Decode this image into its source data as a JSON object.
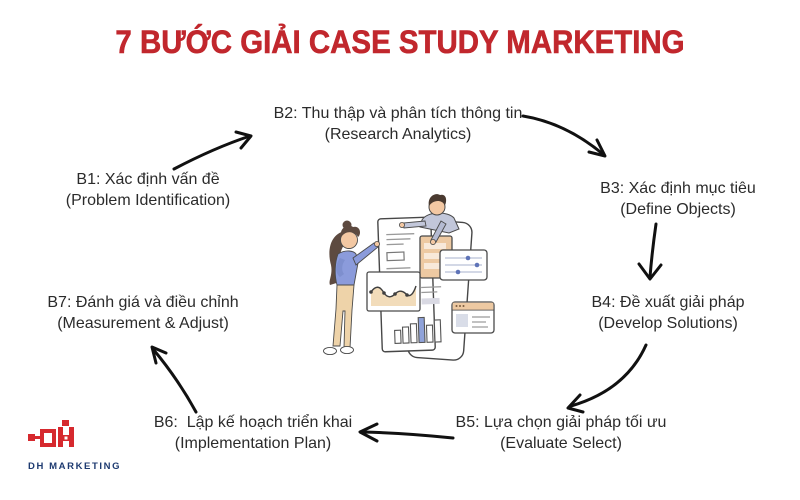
{
  "title": "7 BƯỚC GIẢI CASE STUDY MARKETING",
  "steps": [
    {
      "vi": "B1: Xác định vấn đề",
      "en": "(Problem Identification)"
    },
    {
      "vi": "B2: Thu thập và phân tích thông tin",
      "en": "(Research Analytics)"
    },
    {
      "vi": "B3: Xác định mục tiêu",
      "en": "(Define Objects)"
    },
    {
      "vi": "B4: Đề xuất giải pháp",
      "en": "(Develop Solutions)"
    },
    {
      "vi": "B5: Lựa chọn giải pháp tối ưu",
      "en": "(Evaluate Select)"
    },
    {
      "vi": "B6:  Lập kế hoạch triển khai",
      "en": "(Implementation Plan)"
    },
    {
      "vi": "B7: Đánh giá và điều chỉnh",
      "en": "(Measurement & Adjust)"
    }
  ],
  "logo": {
    "name": "DH MARKETING"
  },
  "colors": {
    "title_red": "#C1272D",
    "step_text": "#2B2B2B",
    "arrow_black": "#111111",
    "logo_red": "#D6292E",
    "logo_navy": "#1D3A70",
    "illustration_blue": "#8B9BDB",
    "illustration_tan": "#EDC9A2"
  }
}
